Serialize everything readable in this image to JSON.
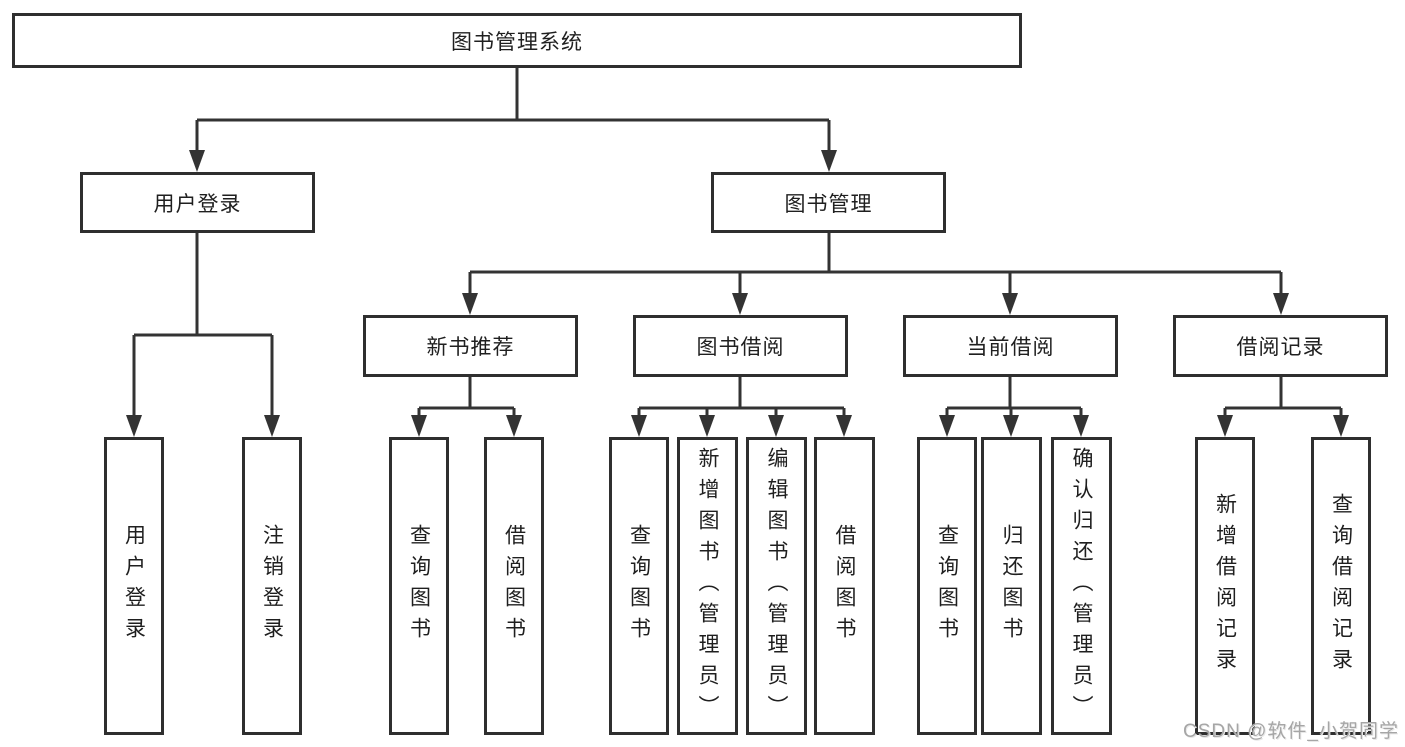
{
  "diagram": {
    "title": "图书管理系统",
    "root": {
      "label": "图书管理系统"
    },
    "branches": [
      {
        "label": "用户登录",
        "children": [
          {
            "label": "用户登录"
          },
          {
            "label": "注销登录"
          }
        ]
      },
      {
        "label": "图书管理",
        "children": [
          {
            "label": "新书推荐",
            "children": [
              {
                "label": "查询图书"
              },
              {
                "label": "借阅图书"
              }
            ]
          },
          {
            "label": "图书借阅",
            "children": [
              {
                "label": "查询图书"
              },
              {
                "label": "新增图书（管理员）"
              },
              {
                "label": "编辑图书（管理员）"
              },
              {
                "label": "借阅图书"
              }
            ]
          },
          {
            "label": "当前借阅",
            "children": [
              {
                "label": "查询图书"
              },
              {
                "label": "归还图书"
              },
              {
                "label": "确认归还（管理员）"
              }
            ]
          },
          {
            "label": "借阅记录",
            "children": [
              {
                "label": "新增借阅记录"
              },
              {
                "label": "查询借阅记录"
              }
            ]
          }
        ]
      }
    ]
  },
  "watermark": {
    "text": "CSDN @软件_小贺同学",
    "color": "#a6a6a6"
  },
  "colors": {
    "line": "#333333",
    "box_border": "#2f2f2f",
    "text": "#1f1f1f",
    "background": "#ffffff"
  }
}
